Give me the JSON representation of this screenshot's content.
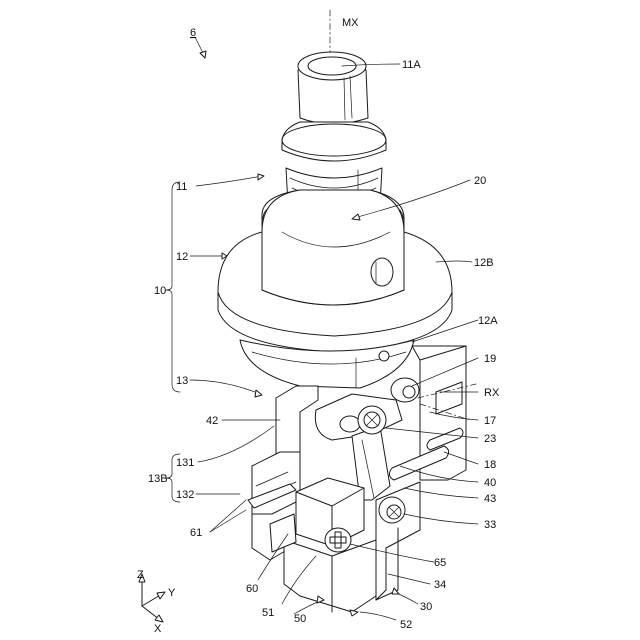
{
  "figure": {
    "figure_ref": "6",
    "labels": {
      "MX": "MX",
      "l11A": "11A",
      "l20": "20",
      "l11": "11",
      "l12": "12",
      "l12B": "12B",
      "l10": "10",
      "l12A": "12A",
      "l13": "13",
      "l19": "19",
      "lRX": "RX",
      "l42": "42",
      "l17": "17",
      "l23": "23",
      "l131": "131",
      "l18": "18",
      "l13B": "13B",
      "l40": "40",
      "l132": "132",
      "l43": "43",
      "l61": "61",
      "l33": "33",
      "l65": "65",
      "l60": "60",
      "l34": "34",
      "l51": "51",
      "l50": "50",
      "l30": "30",
      "l52": "52"
    },
    "axes": {
      "z": "Z",
      "y": "Y",
      "x": "X"
    }
  }
}
